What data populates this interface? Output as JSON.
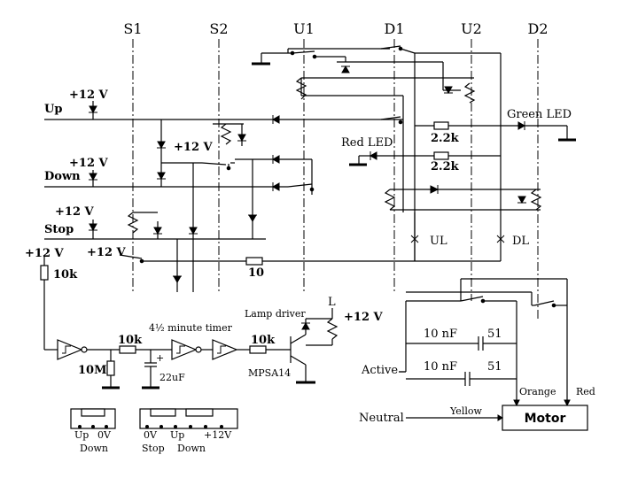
{
  "columns": {
    "s1": "S1",
    "s2": "S2",
    "u1": "U1",
    "d1": "D1",
    "u2": "U2",
    "d2": "D2"
  },
  "supply": {
    "up": "+12 V",
    "mid": "+12 V",
    "down": "+12 V",
    "stop": "+12 V",
    "left": "+12 V",
    "left2": "+12 V",
    "lamp": "+12 V",
    "header": "+12V"
  },
  "lines": {
    "up": "Up",
    "down": "Down",
    "stop": "Stop"
  },
  "components": {
    "r_pull": "10k",
    "r_10": "10",
    "r_green": "2.2k",
    "r_red": "2.2k",
    "green_led": "Green LED",
    "red_led": "Red LED",
    "ul": "UL",
    "dl": "DL",
    "r_10m": "10M",
    "r_10k_a": "10k",
    "r_10k_b": "10k",
    "cap": "22uF",
    "cap_plus": "+",
    "timer": "4½ minute timer",
    "lamp_driver": "Lamp driver",
    "transistor": "MPSA14",
    "lamp": "L",
    "c1": "10 nF",
    "c2": "10 nF",
    "r51a": "51",
    "r51b": "51"
  },
  "motor": {
    "label": "Motor",
    "active": "Active",
    "neutral": "Neutral",
    "yellow": "Yellow",
    "orange": "Orange",
    "red": "Red"
  },
  "connectors": {
    "a": [
      "Up",
      "0V",
      "Down"
    ],
    "b": [
      "0V",
      "Stop",
      "Up",
      "Down"
    ]
  }
}
